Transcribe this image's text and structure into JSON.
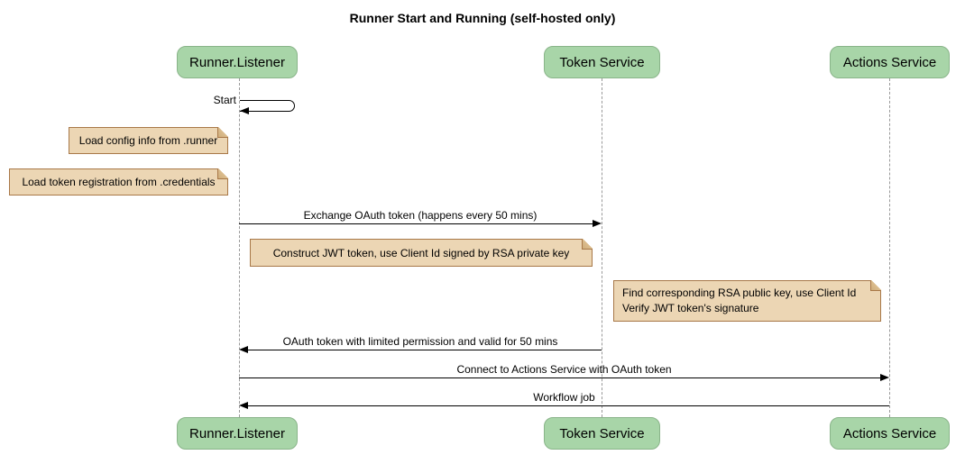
{
  "title": "Runner Start and Running (self-hosted only)",
  "participants": [
    {
      "name": "Runner.Listener"
    },
    {
      "name": "Token Service"
    },
    {
      "name": "Actions Service"
    }
  ],
  "self_message": {
    "participant": "Runner.Listener",
    "label": "Start"
  },
  "notes": [
    {
      "position": "left of Runner.Listener",
      "text": "Load config info from .runner"
    },
    {
      "position": "left of Runner.Listener",
      "text": "Load token registration from .credentials"
    },
    {
      "position": "right of Runner.Listener",
      "text": "Construct JWT token, use Client Id signed by RSA private key"
    },
    {
      "position": "right of Token Service",
      "text": "Find corresponding RSA public key, use Client Id\nVerify JWT token's signature"
    }
  ],
  "messages": [
    {
      "from": "Runner.Listener",
      "to": "Token Service",
      "label": "Exchange OAuth token (happens every 50 mins)"
    },
    {
      "from": "Token Service",
      "to": "Runner.Listener",
      "label": "OAuth token with limited permission and valid for 50 mins"
    },
    {
      "from": "Runner.Listener",
      "to": "Actions Service",
      "label": "Connect to Actions Service with OAuth token"
    },
    {
      "from": "Actions Service",
      "to": "Runner.Listener",
      "label": "Workflow job"
    }
  ],
  "colors": {
    "background": "#ffffff",
    "participant_fill": "#a8d5a8",
    "participant_border": "#89b489",
    "note_fill": "#ecd6b4",
    "note_border": "#a87848",
    "lifeline": "#999999",
    "arrow": "#000000",
    "text": "#000000"
  }
}
